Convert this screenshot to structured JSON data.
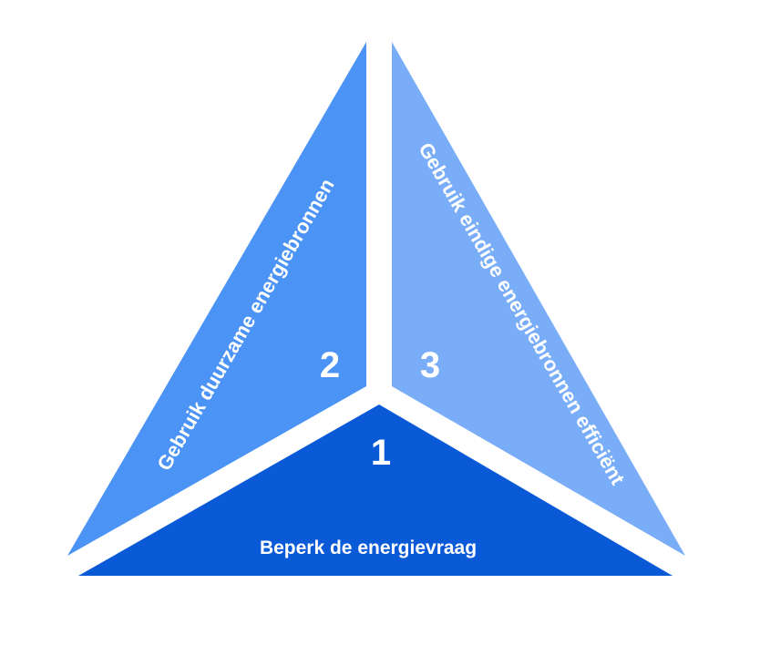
{
  "colors": {
    "segment_1": "#0a5ad8",
    "segment_2": "#4b93f5",
    "segment_3": "#7aadf7",
    "text": "#ffffff"
  },
  "segments": {
    "bottom": {
      "number": "1",
      "label": "Beperk de energievraag"
    },
    "left": {
      "number": "2",
      "label": "Gebruik duurzame  energiebronnen"
    },
    "right": {
      "number": "3",
      "label": "Gebruik eindige energiebronnen efficiënt"
    }
  }
}
